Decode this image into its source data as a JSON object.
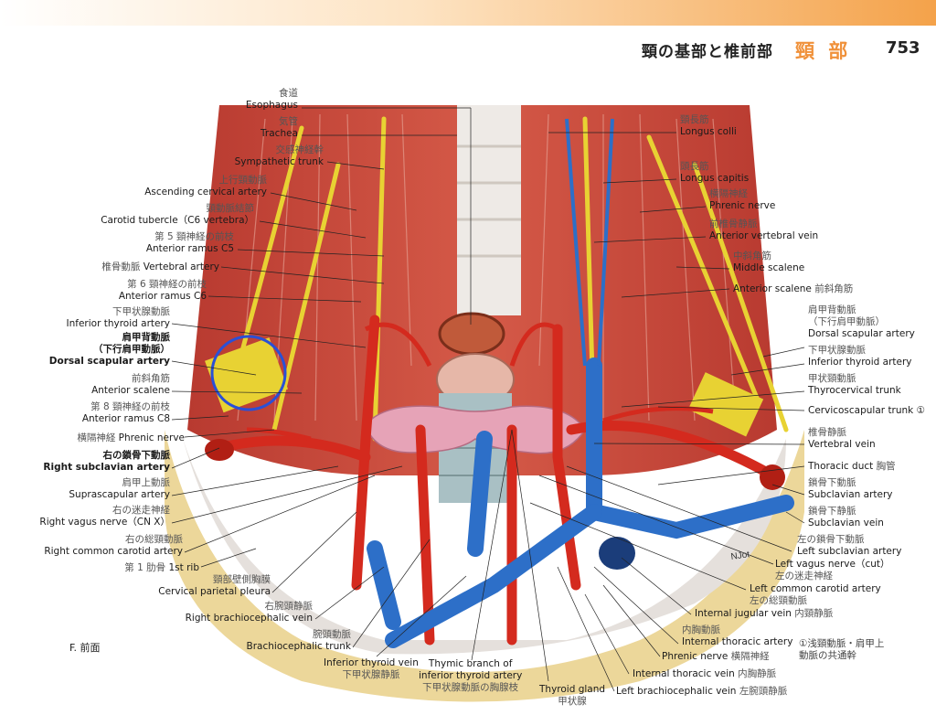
{
  "header": {
    "title_jp": "頸の基部と椎前部",
    "section": "頸 部",
    "page_number": "753"
  },
  "figure_label": "F. 前面",
  "footnote": {
    "line1": "①浅頸動脈・肩甲上",
    "line2": "動脈の共通幹"
  },
  "colors": {
    "artery": "#d42a1e",
    "vein": "#2d6fc8",
    "nerve": "#e8d233",
    "muscle": "#c4473a",
    "bone": "#ecd79a",
    "gland": "#e6a3b7",
    "highlight_circle": "#2a50d6",
    "section_accent": "#f0913a"
  },
  "labels_left": [
    {
      "jp": "食道",
      "en": "Esophagus"
    },
    {
      "jp": "気管",
      "en": "Trachea"
    },
    {
      "jp": "交感神経幹",
      "en": "Sympathetic trunk"
    },
    {
      "jp": "上行頸動脈",
      "en": "Ascending cervical artery"
    },
    {
      "jp": "頸動脈結節",
      "en": "Carotid tubercle（C6 vertebra）"
    },
    {
      "jp": "第 5 頸神経の前枝",
      "en": "Anterior ramus C5"
    },
    {
      "jp": "椎骨動脈",
      "en": "Vertebral artery"
    },
    {
      "jp": "第 6 頸神経の前枝",
      "en": "Anterior ramus C6"
    },
    {
      "jp": "下甲状腺動脈",
      "en": "Inferior thyroid artery"
    },
    {
      "jp": "肩甲背動脈",
      "jp2": "（下行肩甲動脈）",
      "en": "Dorsal scapular artery"
    },
    {
      "jp": "前斜角筋",
      "en": "Anterior scalene"
    },
    {
      "jp": "第 8 頸神経の前枝",
      "en": "Anterior ramus C8"
    },
    {
      "jp": "横隔神経",
      "en": "Phrenic nerve"
    },
    {
      "jp": "右の鎖骨下動脈",
      "en": "Right subclavian artery"
    },
    {
      "jp": "肩甲上動脈",
      "en": "Suprascapular artery"
    },
    {
      "jp": "右の迷走神経",
      "en": "Right vagus nerve（CN X）"
    },
    {
      "jp": "右の総頸動脈",
      "en": "Right common carotid artery"
    },
    {
      "jp": "第 1 肋骨",
      "en": "1st rib"
    },
    {
      "jp": "頸部壁側胸膜",
      "en": "Cervical parietal pleura"
    },
    {
      "jp": "右腕頭静脈",
      "en": "Right brachiocephalic vein"
    },
    {
      "jp": "腕頭動脈",
      "en": "Brachiocephalic trunk"
    }
  ],
  "labels_right": [
    {
      "jp": "頸長筋",
      "en": "Longus colli"
    },
    {
      "jp": "頭長筋",
      "en": "Longus capitis"
    },
    {
      "jp": "横隔神経",
      "en": "Phrenic nerve"
    },
    {
      "jp": "前椎骨静脈",
      "en": "Anterior vertebral vein"
    },
    {
      "jp": "中斜角筋",
      "en": "Middle scalene"
    },
    {
      "jp": "前斜角筋",
      "en": "Anterior scalene"
    },
    {
      "jp": "肩甲背動脈",
      "jp2": "（下行肩甲動脈）",
      "en": "Dorsal scapular artery"
    },
    {
      "jp": "下甲状腺動脈",
      "en": "Inferior thyroid artery"
    },
    {
      "jp": "甲状頸動脈",
      "en": "Thyrocervical trunk"
    },
    {
      "jp": "",
      "en": "Cervicoscapular trunk ①"
    },
    {
      "jp": "椎骨静脈",
      "en": "Vertebral vein"
    },
    {
      "jp": "胸管",
      "en": "Thoracic duct"
    },
    {
      "jp": "鎖骨下動脈",
      "en": "Subclavian artery"
    },
    {
      "jp": "鎖骨下静脈",
      "en": "Subclavian vein"
    },
    {
      "jp": "左の鎖骨下動脈",
      "en": "Left subclavian artery"
    },
    {
      "jp": "左の迷走神経",
      "en": "Left vagus nerve（cut）"
    },
    {
      "jp": "左の総頸動脈",
      "en": "Left common carotid artery"
    },
    {
      "jp": "内頸静脈",
      "en": "Internal jugular vein"
    },
    {
      "jp": "内胸動脈",
      "en": "Internal thoracic artery"
    },
    {
      "jp": "横隔神経",
      "en": "Phrenic nerve"
    },
    {
      "jp": "内胸静脈",
      "en": "Internal thoracic vein"
    },
    {
      "jp": "左腕頭静脈",
      "en": "Left brachiocephalic vein"
    }
  ],
  "labels_bottom": [
    {
      "en": "Inferior thyroid vein",
      "jp": "下甲状腺静脈"
    },
    {
      "en": "Thymic branch of",
      "en2": "inferior thyroid artery",
      "jp": "下甲状腺動脈の胸腺枝"
    },
    {
      "en": "Thyroid gland",
      "jp": "甲状腺"
    }
  ],
  "signature": "NJot"
}
